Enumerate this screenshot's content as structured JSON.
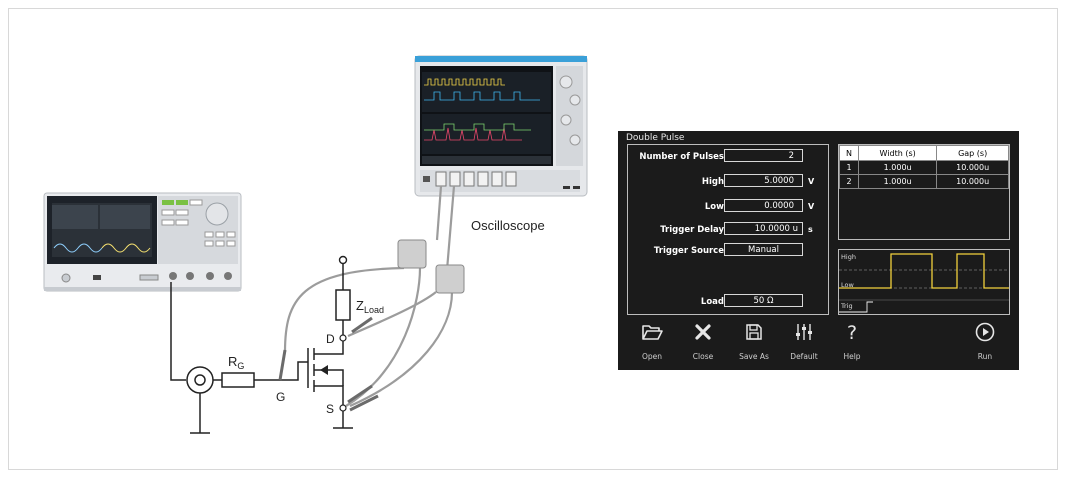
{
  "diagram": {
    "oscilloscope_label": "Oscilloscope",
    "rg_label_main": "R",
    "rg_label_sub": "G",
    "zload_label_main": "Z",
    "zload_label_sub": "Load",
    "gate_label": "G",
    "drain_label": "D",
    "source_label": "S"
  },
  "panel": {
    "title": "Double Pulse",
    "params": [
      {
        "label": "Number of Pulses",
        "value": "2",
        "unit": ""
      },
      {
        "label": "High",
        "value": "5.0000",
        "unit": "V"
      },
      {
        "label": "Low",
        "value": "0.0000",
        "unit": "V"
      },
      {
        "label": "Trigger Delay",
        "value": "10.0000 u",
        "unit": "s"
      },
      {
        "label": "Trigger Source",
        "value": "Manual",
        "unit": ""
      },
      {
        "label": "Load",
        "value": "50 Ω",
        "unit": ""
      }
    ],
    "table": {
      "headers": [
        "N",
        "Width (s)",
        "Gap (s)"
      ],
      "rows": [
        [
          "1",
          "1.000u",
          "10.000u"
        ],
        [
          "2",
          "1.000u",
          "10.000u"
        ]
      ]
    },
    "waveform": {
      "high_label": "High",
      "low_label": "Low",
      "trig_label": "Trig",
      "color": "#f2d13c"
    },
    "toolbar": {
      "open": "Open",
      "close": "Close",
      "save_as": "Save As",
      "default": "Default",
      "help": "Help",
      "run": "Run"
    }
  }
}
